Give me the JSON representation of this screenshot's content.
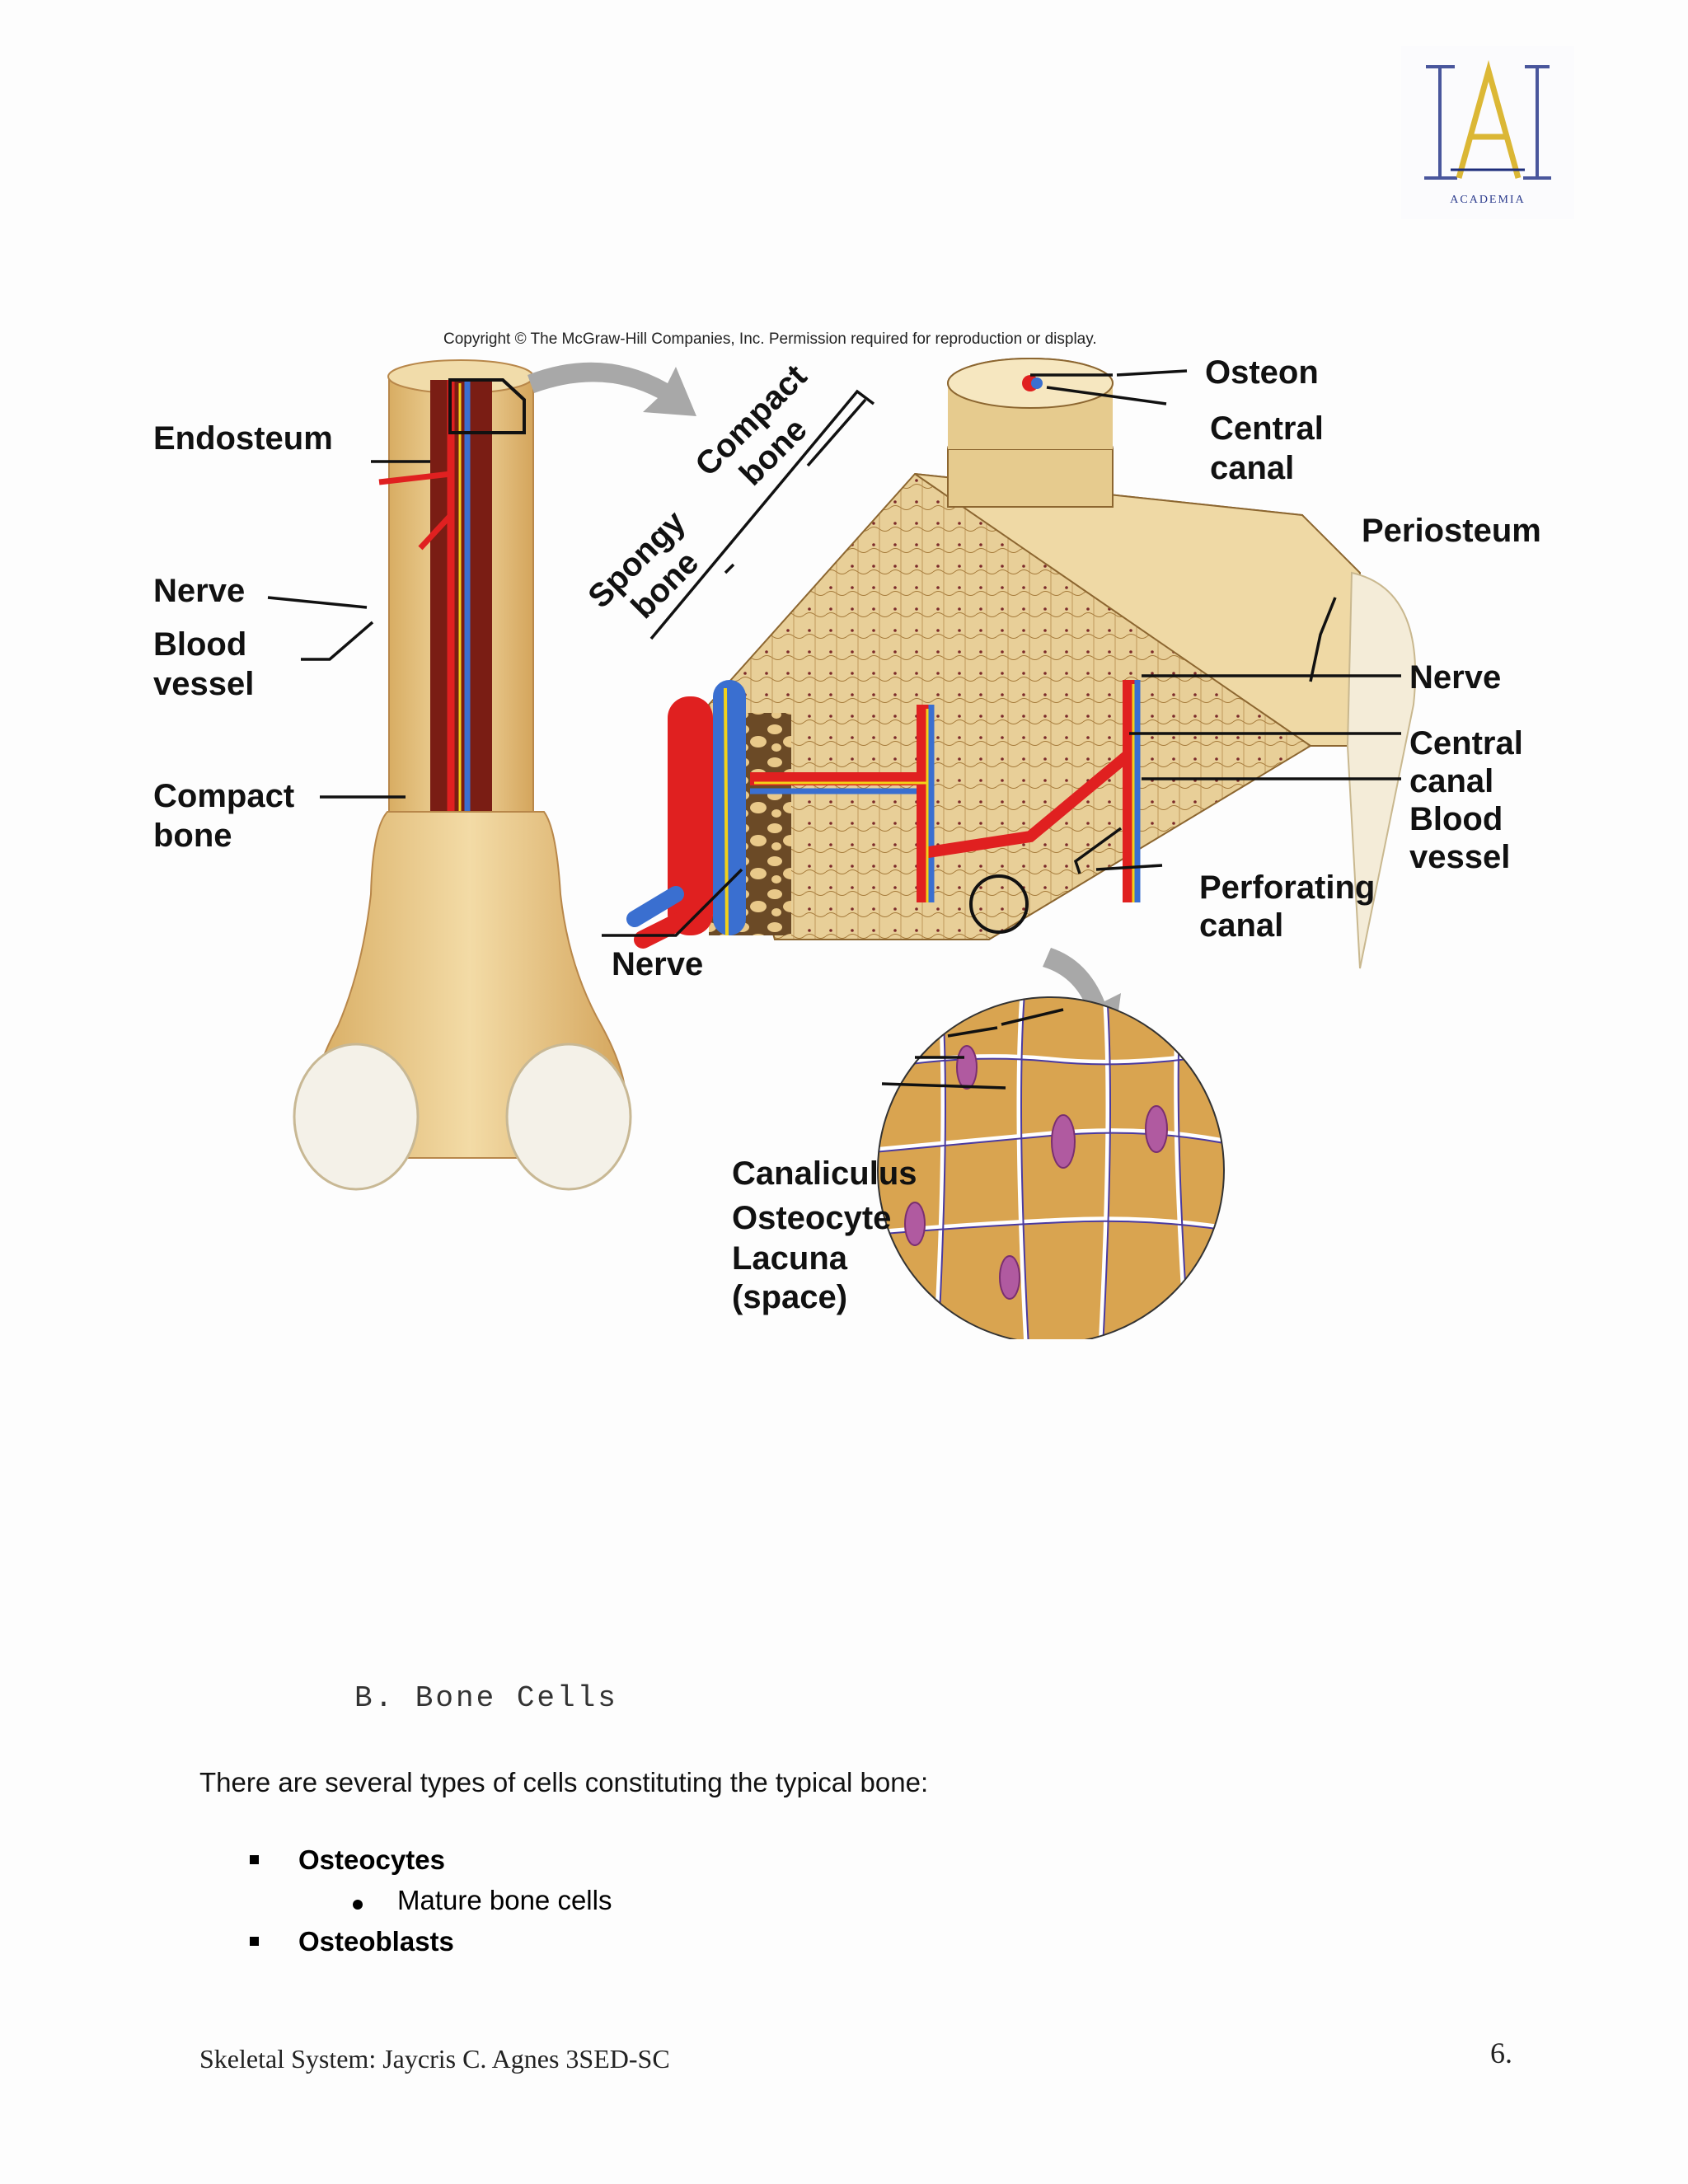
{
  "logo": {
    "letters": "IAI",
    "tagline": "ACADEMIA"
  },
  "figure": {
    "copyright": "Copyright © The McGraw-Hill Companies, Inc. Permission required for reproduction or display.",
    "labels": {
      "endosteum": "Endosteum",
      "nerve_left": "Nerve",
      "blood_vessel_left_1": "Blood",
      "blood_vessel_left_2": "vessel",
      "compact_bone_left_1": "Compact",
      "compact_bone_left_2": "bone",
      "spongy_bone_1": "Spongy",
      "spongy_bone_2": "bone",
      "compact_bone_top_1": "Compact",
      "compact_bone_top_2": "bone",
      "osteon": "Osteon",
      "central_canal_top_1": "Central",
      "central_canal_top_2": "canal",
      "periosteum": "Periosteum",
      "nerve_right": "Nerve",
      "central_canal_right_1": "Central",
      "central_canal_right_2": "canal",
      "blood_vessel_right_1": "Blood",
      "blood_vessel_right_2": "vessel",
      "perforating_canal_1": "Perforating",
      "perforating_canal_2": "canal",
      "nerve_bottom": "Nerve",
      "canaliculus": "Canaliculus",
      "osteocyte": "Osteocyte",
      "lacuna_1": "Lacuna",
      "lacuna_2": "(space)"
    }
  },
  "section": {
    "heading": "B. Bone Cells"
  },
  "intro": "There are several types of cells constituting the typical bone:",
  "list": [
    {
      "title": "Osteocytes",
      "subitems": [
        "Mature bone cells"
      ]
    },
    {
      "title": "Osteoblasts",
      "subitems": []
    }
  ],
  "footer": {
    "text": "Skeletal System: Jaycris C. Agnes 3SED-SC",
    "page_number": "6."
  },
  "colors": {
    "bone": "#e9c98a",
    "bone_dark": "#c99a52",
    "artery": "#e02020",
    "vein": "#3a6fd0",
    "nerve": "#f2d21a",
    "cell": "#b05aa0"
  }
}
